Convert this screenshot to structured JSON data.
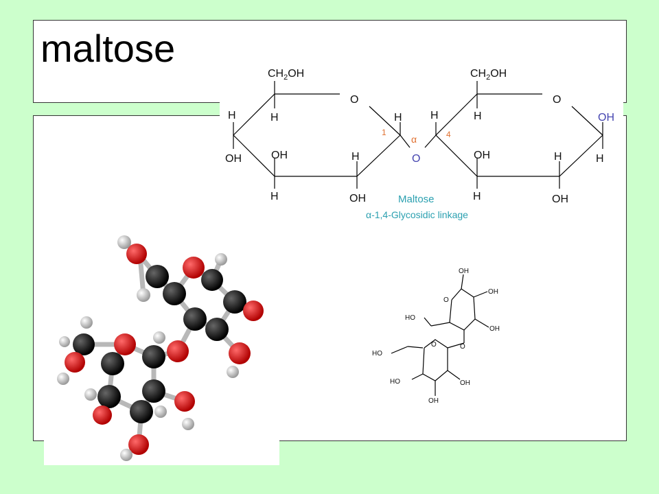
{
  "slide": {
    "title": "maltose"
  },
  "haworth": {
    "ring1": {
      "ch2oh": "CH",
      "sub2": "2",
      "ch2oh_tail": "OH",
      "ring_o": "O",
      "c1_h": "H",
      "c4_h_left": "H",
      "c4_h": "H",
      "c3_oh": "OH",
      "c2_h": "H",
      "c3_h": "H",
      "c2_oh": "OH",
      "c4_oh": "OH",
      "num1": "1"
    },
    "ring2": {
      "ch2oh": "CH",
      "sub2": "2",
      "ch2oh_tail": "OH",
      "ring_o": "O",
      "c4_h": "H",
      "c5_h": "H",
      "c1_oh": "OH",
      "c3_oh": "OH",
      "c2_h": "H",
      "c1_h": "H",
      "c3_h": "H",
      "c2_oh": "OH",
      "num4": "4"
    },
    "link_o": "O",
    "alpha": "α",
    "name": "Maltose",
    "linkage_alpha": "α",
    "linkage": "-1,4-Glycosidic linkage",
    "colors": {
      "linkage": "#e07030",
      "name": "#2ba0b0",
      "link_o": "#4545b0"
    }
  },
  "skeletal": {
    "labels": [
      "OH",
      "OH",
      "HO",
      "O",
      "OH",
      "O",
      "HO",
      "O",
      "OH",
      "HO",
      "OH"
    ]
  },
  "ballstick": {
    "atom_colors": {
      "carbon": "#111111",
      "oxygen": "#cc1111",
      "hydrogen": "#dddddd"
    }
  }
}
